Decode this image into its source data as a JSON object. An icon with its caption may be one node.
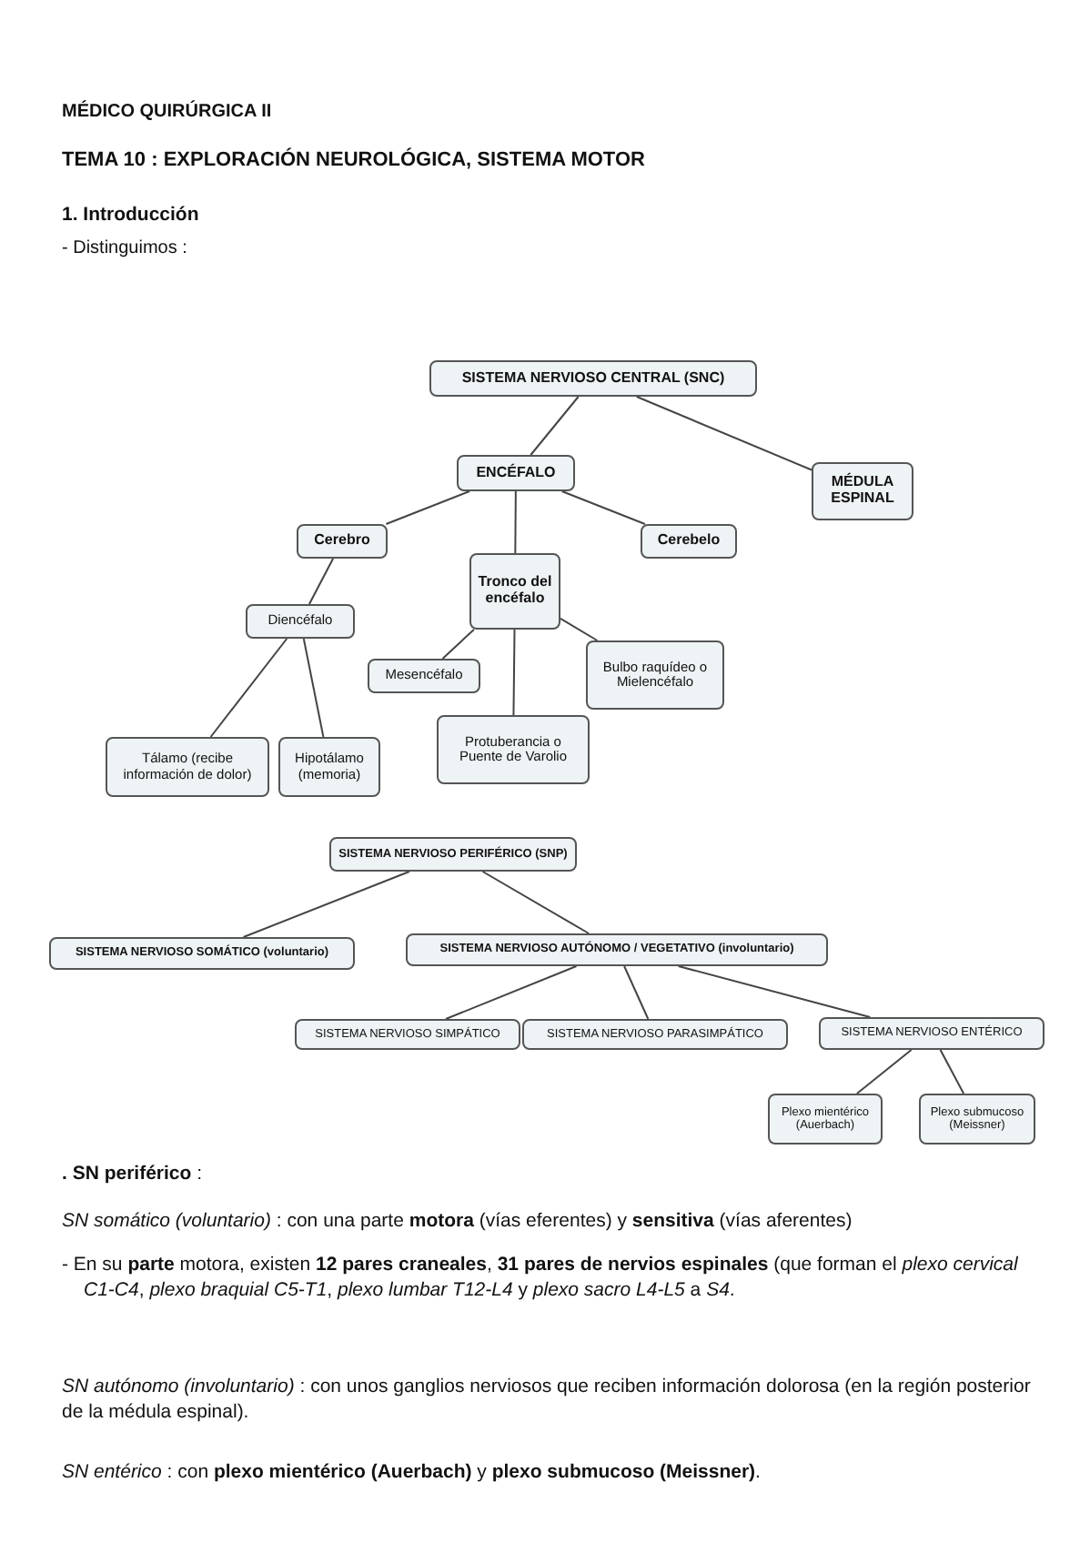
{
  "diagram": {
    "nodes": [
      {
        "text": [
          "SISTEMA NERVIOSO CENTRAL (SNC)"
        ]
      },
      {
        "text": [
          "ENCÉFALO"
        ]
      },
      {
        "text": [
          "MÉDULA ESPINAL"
        ]
      },
      {
        "text": [
          "Cerebro"
        ]
      },
      {
        "text": [
          "Tronco del encéfalo"
        ]
      },
      {
        "text": [
          "Cerebelo"
        ]
      },
      {
        "text": [
          "Diencéfalo"
        ]
      },
      {
        "text": [
          "Mesencéfalo"
        ]
      },
      {
        "text": [
          "Bulbo raquídeo o Mielencéfalo"
        ]
      },
      {
        "text": [
          "Protuberancia o Puente de Varolio"
        ]
      },
      {
        "text": [
          "Tálamo (recibe información de dolor)"
        ]
      },
      {
        "text": [
          "Hipotálamo (memoria)"
        ]
      },
      {
        "text": [
          "SISTEMA NERVIOSO PERIFÉRICO (SNP)"
        ]
      },
      {
        "text": [
          "SISTEMA NERVIOSO SOMÁTICO (voluntario)"
        ]
      },
      {
        "text": [
          "SISTEMA NERVIOSO AUTÓNOMO / VEGETATIVO (involuntario)"
        ]
      },
      {
        "text": [
          "SISTEMA NERVIOSO SIMPÁTICO"
        ]
      },
      {
        "text": [
          "SISTEMA NERVIOSO PARASIMPÁTICO"
        ]
      },
      {
        "text": [
          "SISTEMA NERVIOSO ENTÉRICO"
        ]
      },
      {
        "text": [
          "Plexo mientérico (Auerbach)"
        ]
      },
      {
        "text": [
          "Plexo submucoso (Meissner)"
        ]
      }
    ],
    "edges": [
      {
        "from": 0,
        "to": 1,
        "arrow": "none"
      },
      {
        "from": 0,
        "to": 2,
        "arrow": "none"
      },
      {
        "from": 1,
        "to": 3,
        "arrow": "none"
      },
      {
        "from": 1,
        "to": 4,
        "arrow": "none"
      },
      {
        "from": 1,
        "to": 5,
        "arrow": "none"
      },
      {
        "from": 3,
        "to": 6,
        "arrow": "none"
      },
      {
        "from": 4,
        "to": 7,
        "arrow": "none"
      },
      {
        "from": 4,
        "to": 8,
        "arrow": "none"
      },
      {
        "from": 4,
        "to": 9,
        "arrow": "none"
      },
      {
        "from": 6,
        "to": 10,
        "arrow": "none"
      },
      {
        "from": 6,
        "to": 11,
        "arrow": "none"
      },
      {
        "from": 12,
        "to": 13,
        "arrow": "none"
      },
      {
        "from": 12,
        "to": 14,
        "arrow": "none"
      },
      {
        "from": 14,
        "to": 15,
        "arrow": "none"
      },
      {
        "from": 14,
        "to": 16,
        "arrow": "none"
      },
      {
        "from": 14,
        "to": 17,
        "arrow": "none"
      },
      {
        "from": 17,
        "to": 18,
        "arrow": "none"
      },
      {
        "from": 17,
        "to": 19,
        "arrow": "none"
      }
    ],
    "labels": [
      "MÉDICO QUIRÚRGICA II",
      "TEMA 10 : EXPLORACIÓN NEUROLÓGICA, SISTEMA MOTOR",
      "1. Introducción",
      "- Distinguimos :",
      "**. SN periférico** :",
      "*SN somático (voluntario)* : con una parte **motora** (vías eferentes) y **sensitiva** (vías aferentes)",
      "- En su **parte** motora, existen **12 pares craneales**, **31 pares de nervios espinales** (que forman el *plexo cervical C1-C4*, *plexo braquial C5-T1*, *plexo lumbar T12-L4* y *plexo sacro L4-L5* a *S4*.",
      "*SN autónomo (involuntario)* : con unos ganglios nerviosos que reciben información dolorosa (en la región posterior de la médula espinal).",
      "*SN entérico* : con **plexo mientérico (Auerbach)** y **plexo submucoso (Meissner)**."
    ]
  }
}
